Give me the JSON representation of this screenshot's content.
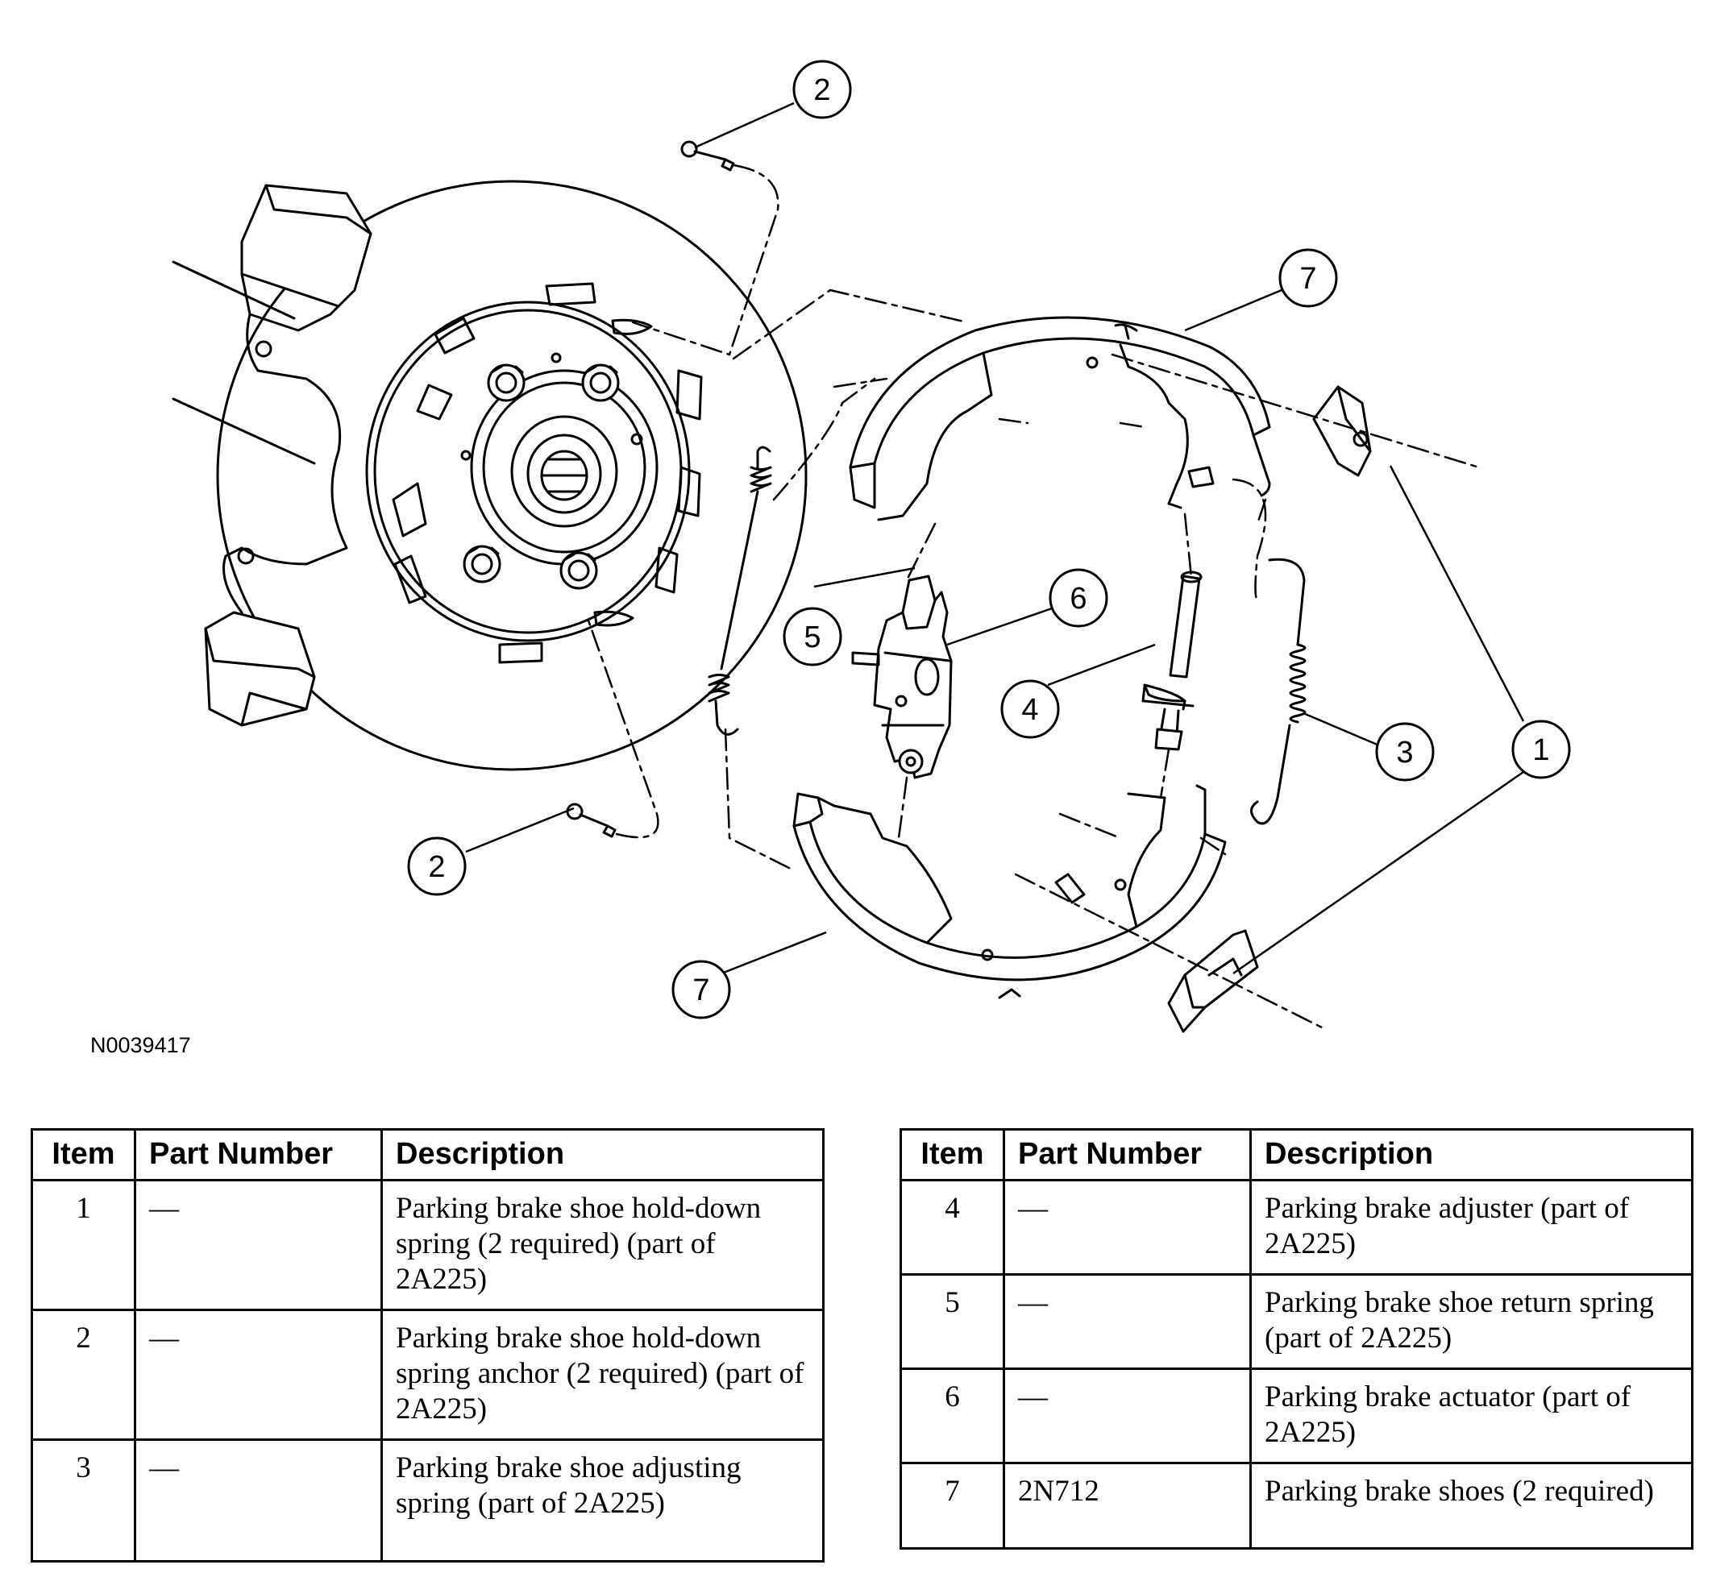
{
  "figure_id": "N0039417",
  "callouts": [
    "1",
    "1",
    "2",
    "2",
    "3",
    "4",
    "5",
    "6",
    "7",
    "7"
  ],
  "table_headers": {
    "item": "Item",
    "part_number": "Part Number",
    "description": "Description"
  },
  "parts_left": [
    {
      "item": "1",
      "part_number": "—",
      "description": "Parking brake shoe hold-down spring (2 required) (part of 2A225)"
    },
    {
      "item": "2",
      "part_number": "—",
      "description": "Parking brake shoe hold-down spring anchor (2 required) (part of 2A225)"
    },
    {
      "item": "3",
      "part_number": "—",
      "description": "Parking brake shoe adjusting spring (part of 2A225)"
    }
  ],
  "parts_right": [
    {
      "item": "4",
      "part_number": "—",
      "description": "Parking brake adjuster (part of 2A225)"
    },
    {
      "item": "5",
      "part_number": "—",
      "description": "Parking brake shoe return spring (part of 2A225)"
    },
    {
      "item": "6",
      "part_number": "—",
      "description": "Parking brake actuator (part of 2A225)"
    },
    {
      "item": "7",
      "part_number": "2N712",
      "description": "Parking brake shoes (2 required)"
    }
  ]
}
